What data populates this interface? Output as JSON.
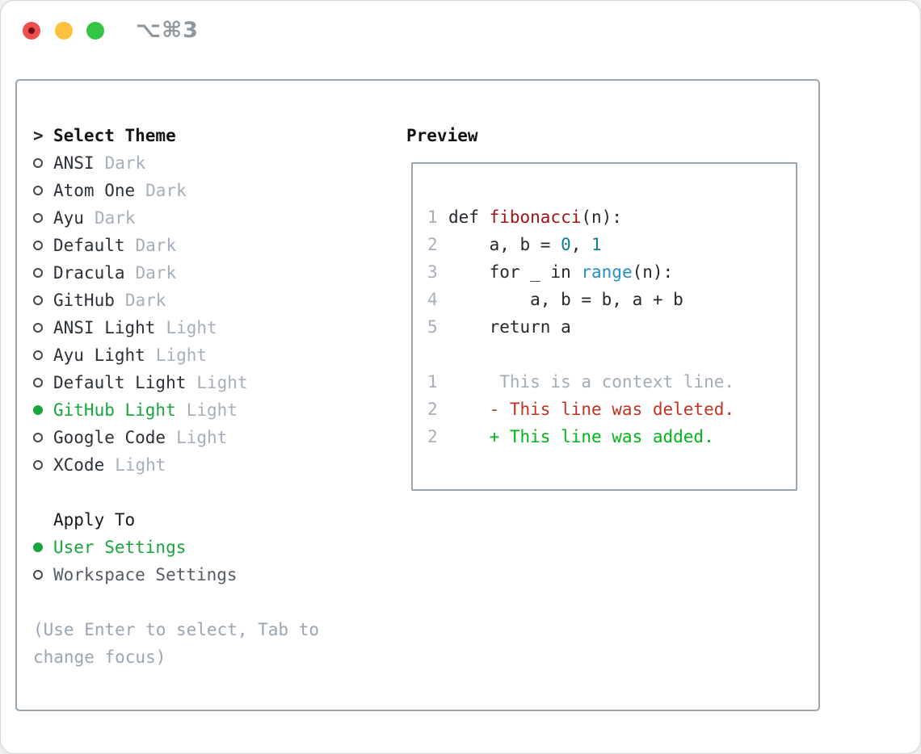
{
  "titlebar": {
    "shortcut": "⌥⌘3",
    "buttons": [
      "close",
      "minimize",
      "zoom"
    ]
  },
  "colors": {
    "accent_green": "#17a63c",
    "added_green": "#00b517",
    "deleted_red": "#bf3426",
    "function_red": "#9e1313",
    "number_teal": "#0c7f8c",
    "builtin_blue": "#2590c9",
    "muted_gray": "#a6afba",
    "border_gray": "#9ba5af",
    "text_dark": "#24292e"
  },
  "picker": {
    "prompt": ">",
    "title": "Select Theme",
    "items": [
      {
        "name": "ANSI",
        "variant": "Dark",
        "selected": false
      },
      {
        "name": "Atom One",
        "variant": "Dark",
        "selected": false
      },
      {
        "name": "Ayu",
        "variant": "Dark",
        "selected": false
      },
      {
        "name": "Default",
        "variant": "Dark",
        "selected": false
      },
      {
        "name": "Dracula",
        "variant": "Dark",
        "selected": false
      },
      {
        "name": "GitHub",
        "variant": "Dark",
        "selected": false
      },
      {
        "name": "ANSI Light",
        "variant": "Light",
        "selected": false
      },
      {
        "name": "Ayu Light",
        "variant": "Light",
        "selected": false
      },
      {
        "name": "Default Light",
        "variant": "Light",
        "selected": false
      },
      {
        "name": "GitHub Light",
        "variant": "Light",
        "selected": true
      },
      {
        "name": "Google Code",
        "variant": "Light",
        "selected": false
      },
      {
        "name": "XCode",
        "variant": "Light",
        "selected": false
      }
    ]
  },
  "apply": {
    "title": "Apply To",
    "options": [
      {
        "label": "User Settings",
        "selected": true
      },
      {
        "label": "Workspace Settings",
        "selected": false
      }
    ]
  },
  "hint": {
    "text": "(Use Enter to select, Tab to change focus)"
  },
  "preview": {
    "title": "Preview",
    "code_lines": [
      {
        "num": "1",
        "tokens": [
          [
            "p",
            "def "
          ],
          [
            "fn",
            "fibonacci"
          ],
          [
            "p",
            "(n):"
          ]
        ]
      },
      {
        "num": "2",
        "tokens": [
          [
            "p",
            "    a, b = "
          ],
          [
            "num",
            "0"
          ],
          [
            "p",
            ", "
          ],
          [
            "num",
            "1"
          ]
        ]
      },
      {
        "num": "3",
        "tokens": [
          [
            "p",
            "    for _ in "
          ],
          [
            "bi",
            "range"
          ],
          [
            "p",
            "(n):"
          ]
        ]
      },
      {
        "num": "4",
        "tokens": [
          [
            "p",
            "        a, b = b, a + b"
          ]
        ]
      },
      {
        "num": "5",
        "tokens": [
          [
            "p",
            "    return a"
          ]
        ]
      }
    ],
    "diff_lines": [
      {
        "num": "1",
        "tokens": [
          [
            "ctx",
            "     This is a context line."
          ]
        ]
      },
      {
        "num": "2",
        "tokens": [
          [
            "del",
            "    - This line was deleted."
          ]
        ]
      },
      {
        "num": "2",
        "tokens": [
          [
            "add",
            "    + This line was added."
          ]
        ]
      }
    ]
  }
}
